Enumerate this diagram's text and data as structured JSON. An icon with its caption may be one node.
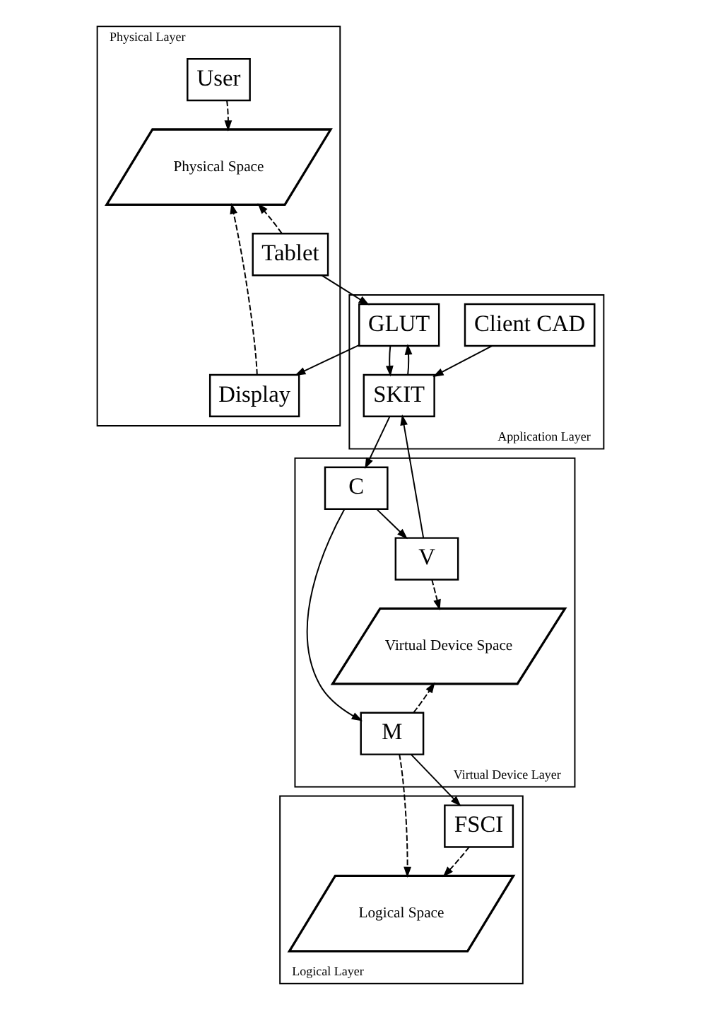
{
  "diagram": {
    "nodes": [
      {
        "text": [
          "Physical Layer"
        ]
      },
      {
        "text": [
          "User"
        ],
        "in": 0
      },
      {
        "text": [
          "Physical Space"
        ],
        "in": 0
      },
      {
        "text": [
          "Tablet"
        ],
        "in": 0
      },
      {
        "text": [
          "Display"
        ],
        "in": 0
      },
      {
        "text": [
          "Application Layer"
        ]
      },
      {
        "text": [
          "Client CAD"
        ],
        "in": 5
      },
      {
        "text": [
          "GLUT"
        ],
        "in": 5
      },
      {
        "text": [
          "SKIT"
        ],
        "in": 5
      },
      {
        "text": [
          "Virtual Device Layer"
        ]
      },
      {
        "text": [
          "C"
        ],
        "in": 9
      },
      {
        "text": [
          "V"
        ],
        "in": 9
      },
      {
        "text": [
          "Virtual Device Space"
        ],
        "in": 9
      },
      {
        "text": [
          "M"
        ],
        "in": 9
      },
      {
        "text": [
          "Logical Layer"
        ]
      },
      {
        "text": [
          "Logical Space"
        ],
        "in": 14
      },
      {
        "text": [
          "FSCI"
        ],
        "in": 14
      }
    ],
    "edges": [
      {
        "from": 1,
        "to": 2,
        "arrow": "to",
        "style": "dashed"
      },
      {
        "from": 3,
        "to": 2,
        "arrow": "to",
        "style": "dashed"
      },
      {
        "from": 4,
        "to": 2,
        "arrow": "to",
        "style": "dashed"
      },
      {
        "from": 3,
        "to": 7,
        "arrow": "to"
      },
      {
        "from": 7,
        "to": 4,
        "arrow": "to"
      },
      {
        "from": 6,
        "to": 8,
        "arrow": "to"
      },
      {
        "from": 7,
        "to": 8,
        "arrow": "to"
      },
      {
        "from": 8,
        "to": 7,
        "arrow": "to"
      },
      {
        "from": 8,
        "to": 10,
        "arrow": "to"
      },
      {
        "from": 11,
        "to": 8,
        "arrow": "to"
      },
      {
        "from": 10,
        "to": 11,
        "arrow": "to"
      },
      {
        "from": 11,
        "to": 12,
        "arrow": "to",
        "style": "dashed"
      },
      {
        "from": 13,
        "to": 12,
        "arrow": "to",
        "style": "dashed"
      },
      {
        "from": 10,
        "to": 13,
        "arrow": "to"
      },
      {
        "from": 13,
        "to": 15,
        "arrow": "to",
        "style": "dashed"
      },
      {
        "from": 13,
        "to": 16,
        "arrow": "to"
      },
      {
        "from": 16,
        "to": 15,
        "arrow": "to",
        "style": "dashed"
      }
    ]
  }
}
